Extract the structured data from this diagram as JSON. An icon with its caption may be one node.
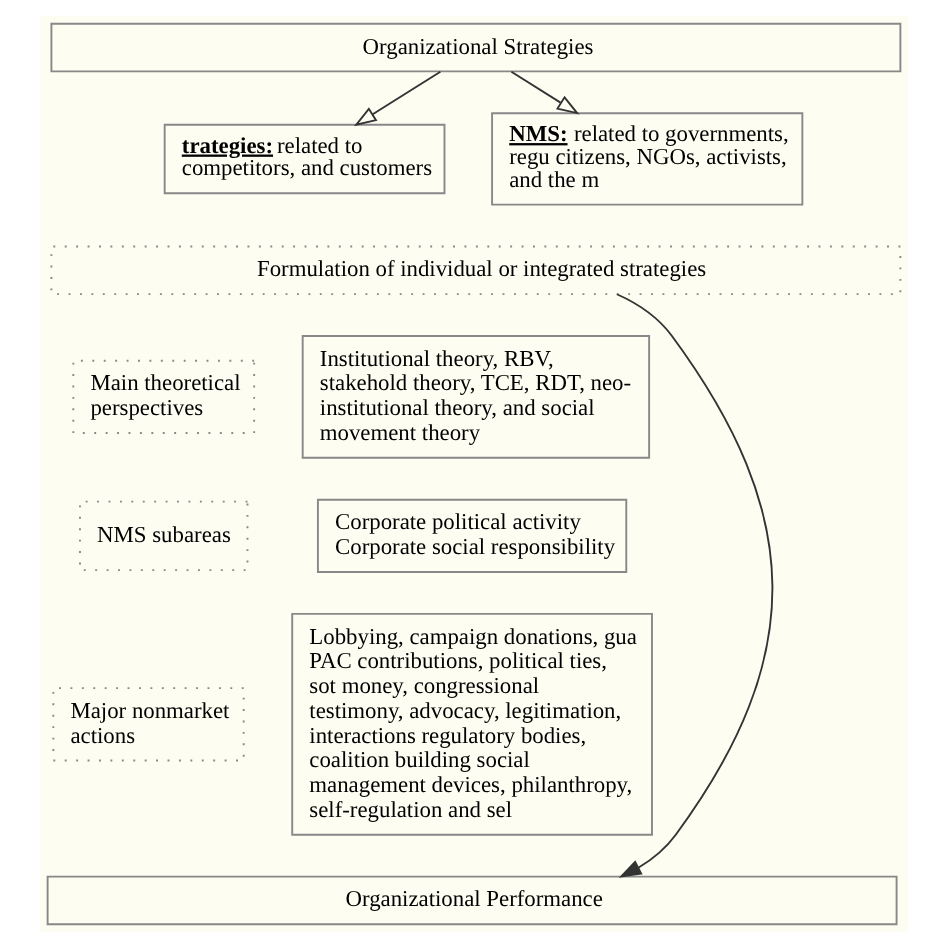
{
  "diagram": {
    "nodes": [
      {
        "text": [
          "Organizational Strategies"
        ]
      },
      {
        "text": [
          "**trategies:** related to competitors, and customers"
        ]
      },
      {
        "text": [
          "**NMS:** related to governments, regu citizens, NGOs, activists, and the m"
        ]
      },
      {
        "text": [
          "Formulation of individual or integrated strategies"
        ]
      },
      {
        "text": [
          "Main theoretical perspectives"
        ]
      },
      {
        "text": [
          "Institutional theory, RBV, stakehold theory, TCE, RDT, neo-institutional theory, and social movement theory"
        ]
      },
      {
        "text": [
          "NMS subareas"
        ]
      },
      {
        "text": [
          "Corporate political activity",
          "Corporate social responsibility"
        ]
      },
      {
        "text": [
          "Major nonmarket actions"
        ]
      },
      {
        "text": [
          "Lobbying, campaign donations, gua PAC contributions, political ties, sot money, congressional testimony, advocacy, legitimation, interactions regulatory bodies, coalition building social management devices, philanthropy, self-regulation and sel"
        ]
      },
      {
        "text": [
          "Organizational Performance"
        ]
      }
    ],
    "edges": [
      {
        "from": 0,
        "to": 1,
        "arrow": "to"
      },
      {
        "from": 0,
        "to": 2,
        "arrow": "to"
      },
      {
        "from": 3,
        "to": 10,
        "arrow": "to"
      }
    ]
  }
}
